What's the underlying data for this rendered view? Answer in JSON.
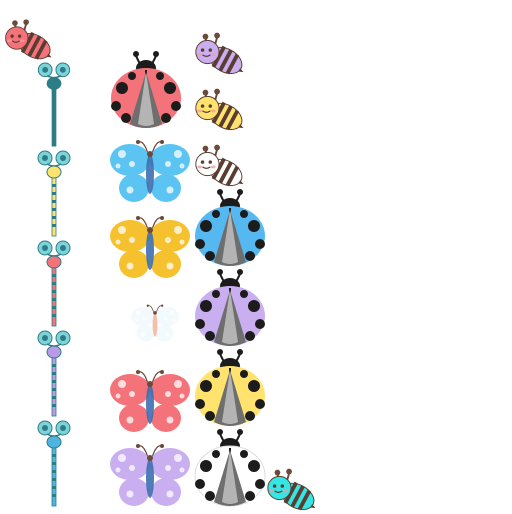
{
  "sprite_sheet": {
    "background": "#ffffff",
    "sprites": [
      {
        "name": "bee-red",
        "icon": "bee-icon",
        "color": "#f4737a"
      },
      {
        "name": "bee-lavender",
        "icon": "bee-icon",
        "color": "#c9aef0"
      },
      {
        "name": "bee-yellow",
        "icon": "bee-icon",
        "color": "#ffe36e"
      },
      {
        "name": "bee-white",
        "icon": "bee-icon",
        "color": "#ffffff"
      },
      {
        "name": "bee-cyan",
        "icon": "bee-icon",
        "color": "#36e6e4"
      },
      {
        "name": "dragonfly-teal",
        "icon": "dragonfly-icon",
        "color": "#2d7d86"
      },
      {
        "name": "dragonfly-yellow",
        "icon": "dragonfly-icon",
        "color": "#ffe36e"
      },
      {
        "name": "dragonfly-red",
        "icon": "dragonfly-icon",
        "color": "#f4737a"
      },
      {
        "name": "dragonfly-lavender",
        "icon": "dragonfly-icon",
        "color": "#b99ae6"
      },
      {
        "name": "dragonfly-blue",
        "icon": "dragonfly-icon",
        "color": "#4fb4e0"
      },
      {
        "name": "ladybug-red",
        "icon": "ladybug-icon",
        "color": "#f4737a"
      },
      {
        "name": "ladybug-blue",
        "icon": "ladybug-icon",
        "color": "#56b8f0"
      },
      {
        "name": "ladybug-lavender",
        "icon": "ladybug-icon",
        "color": "#c9aef0"
      },
      {
        "name": "ladybug-yellow",
        "icon": "ladybug-icon",
        "color": "#ffe36e"
      },
      {
        "name": "ladybug-white",
        "icon": "ladybug-icon",
        "color": "#ffffff"
      },
      {
        "name": "butterfly-blue",
        "icon": "butterfly-icon",
        "color": "#5cc4f2"
      },
      {
        "name": "butterfly-yellow",
        "icon": "butterfly-icon",
        "color": "#f6c12e"
      },
      {
        "name": "butterfly-white",
        "icon": "butterfly-icon",
        "color": "#eaf6fb"
      },
      {
        "name": "butterfly-red",
        "icon": "butterfly-icon",
        "color": "#f4737a"
      },
      {
        "name": "butterfly-lavender",
        "icon": "butterfly-icon",
        "color": "#c9aef0"
      }
    ]
  }
}
